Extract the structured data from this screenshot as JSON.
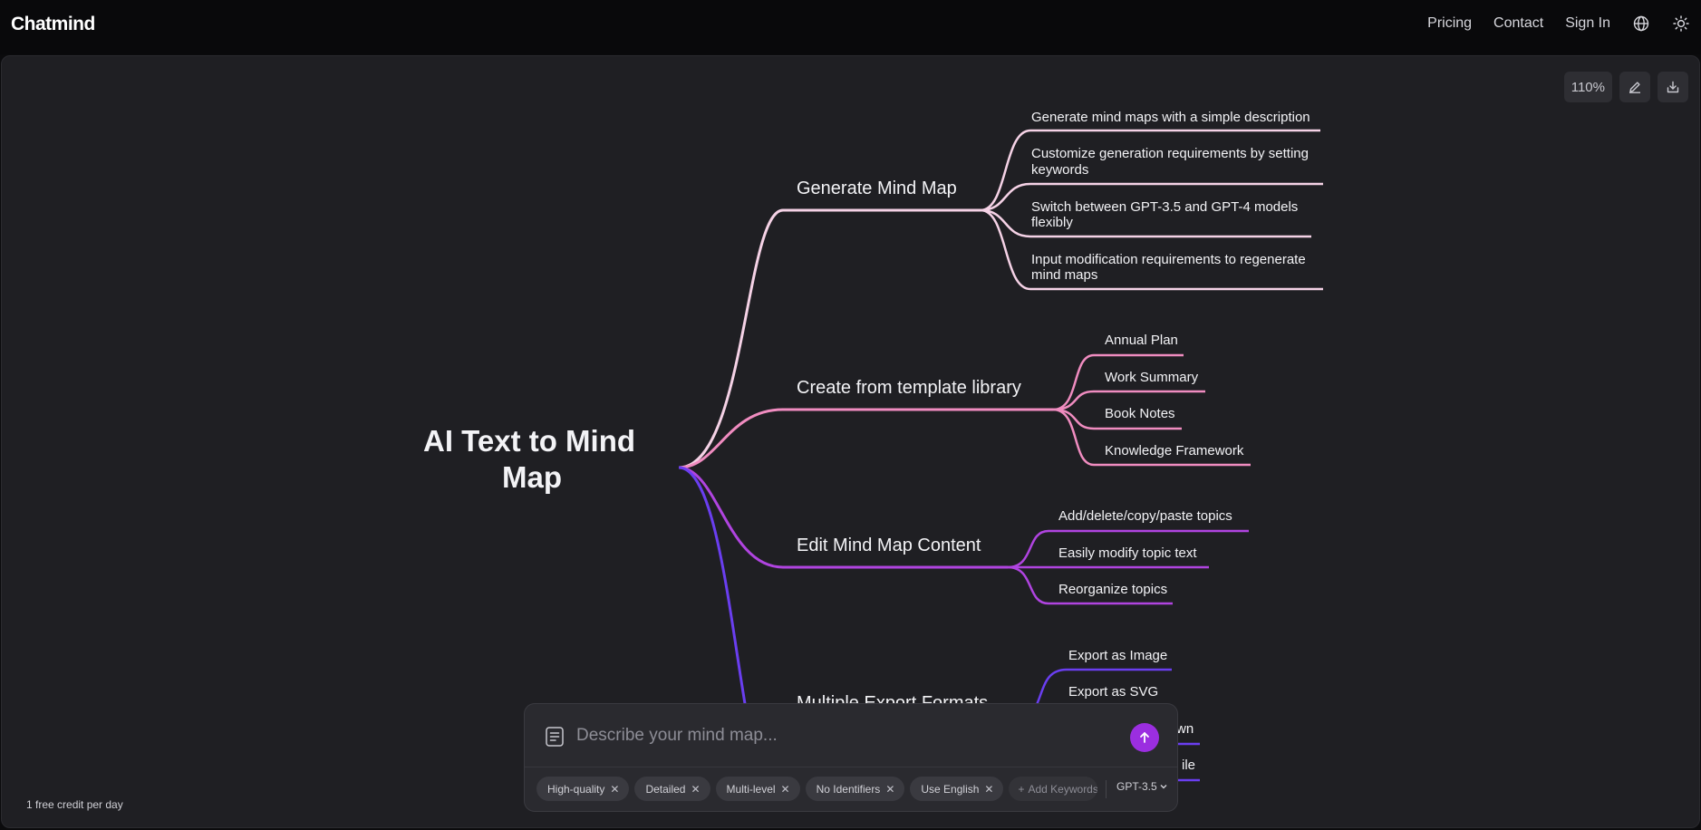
{
  "app": {
    "logo": "Chatmind"
  },
  "nav": {
    "pricing": "Pricing",
    "contact": "Contact",
    "sign_in": "Sign In",
    "language_icon": "globe-icon",
    "theme_icon": "sun-icon"
  },
  "toolbar": {
    "zoom": "110%",
    "edit_icon": "pencil-icon",
    "download_icon": "download-icon"
  },
  "mindmap": {
    "root": {
      "line1": "AI Text to Mind",
      "line2": "Map"
    },
    "branches": [
      {
        "label": "Generate Mind Map",
        "color": "#f5d2e6",
        "leaves": [
          {
            "line1": "Generate mind maps with a simple description",
            "line2": ""
          },
          {
            "line1": "Customize generation requirements by setting",
            "line2": "keywords"
          },
          {
            "line1": "Switch between GPT-3.5 and GPT-4 models",
            "line2": "flexibly"
          },
          {
            "line1": "Input modification requirements to regenerate",
            "line2": "mind maps"
          }
        ]
      },
      {
        "label": "Create from template library",
        "color": "#f08cc0",
        "leaves": [
          {
            "line1": "Annual Plan"
          },
          {
            "line1": "Work Summary"
          },
          {
            "line1": "Book Notes"
          },
          {
            "line1": "Knowledge Framework"
          }
        ]
      },
      {
        "label": "Edit Mind Map Content",
        "color": "#b044e0",
        "leaves": [
          {
            "line1": "Add/delete/copy/paste topics"
          },
          {
            "line1": "Easily modify topic text"
          },
          {
            "line1": "Reorganize topics"
          }
        ]
      },
      {
        "label": "Multiple Export Formats",
        "color": "#6a3ef0",
        "leaves": [
          {
            "line1": "Export as Image"
          },
          {
            "line1": "Export as SVG"
          },
          {
            "line1": "wn"
          },
          {
            "line1": "ile"
          }
        ]
      }
    ]
  },
  "footer": {
    "credit": "1 free credit per day"
  },
  "prompt": {
    "placeholder": "Describe your mind map...",
    "doc_icon": "document-icon",
    "send_icon": "arrow-up-icon",
    "chips": [
      "High-quality",
      "Detailed",
      "Multi-level",
      "No Identifiers",
      "Use English"
    ],
    "add_keyword": "Add Keywords",
    "model": "GPT-3.5"
  }
}
